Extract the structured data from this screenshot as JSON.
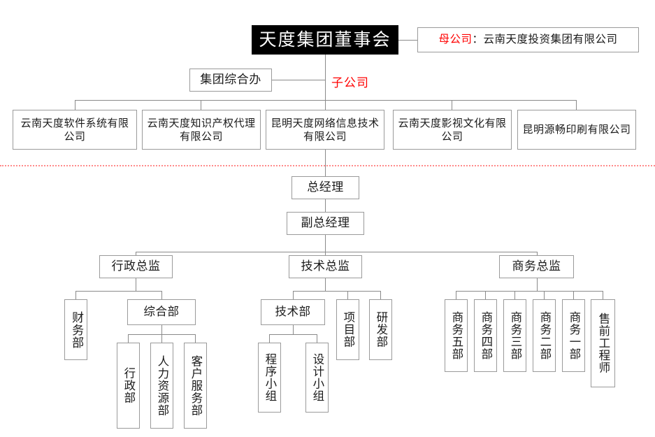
{
  "meta": {
    "colors": {
      "root_bg": "#000000",
      "root_text": "#ffffff",
      "accent_red": "#ff0000",
      "divider": "#ff8a8a",
      "line": "#8a8a8a",
      "box_border": "#9a9a9a"
    }
  },
  "root": {
    "label": "天度集团董事会"
  },
  "parent_note": {
    "tag": "母公司",
    "separator": "：",
    "company": "云南天度投资集团有限公司"
  },
  "group_office": {
    "label": "集团综合办"
  },
  "subsidiary_label": {
    "text": "子公司"
  },
  "subsidiaries": [
    {
      "label": "云南天度软件系统有限公司"
    },
    {
      "label": "云南天度知识产权代理有限公司"
    },
    {
      "label": "昆明天度网络信息技术有限公司"
    },
    {
      "label": "云南天度影视文化有限公司"
    },
    {
      "label": "昆明源畅印刷有限公司"
    }
  ],
  "management": {
    "general_manager": {
      "label": "总经理"
    },
    "deputy_general_manager": {
      "label": "副总经理"
    }
  },
  "directors": [
    {
      "label": "行政总监"
    },
    {
      "label": "技术总监"
    },
    {
      "label": "商务总监"
    }
  ],
  "admin_branch": {
    "finance": {
      "label": "财务部"
    },
    "general_dept": {
      "label": "综合部"
    },
    "general_dept_children": [
      {
        "label": "行政部"
      },
      {
        "label": "人力资源部"
      },
      {
        "label": "客户服务部"
      }
    ]
  },
  "tech_branch": {
    "tech_dept": {
      "label": "技术部"
    },
    "project_dept": {
      "label": "项目部"
    },
    "rd_dept": {
      "label": "研发部"
    },
    "tech_dept_children": [
      {
        "label": "程序小组"
      },
      {
        "label": "设计小组"
      }
    ]
  },
  "business_branch": {
    "units": [
      {
        "label": "商务五部"
      },
      {
        "label": "商务四部"
      },
      {
        "label": "商务三部"
      },
      {
        "label": "商务二部"
      },
      {
        "label": "商务一部"
      },
      {
        "label": "售前工程师"
      }
    ]
  }
}
